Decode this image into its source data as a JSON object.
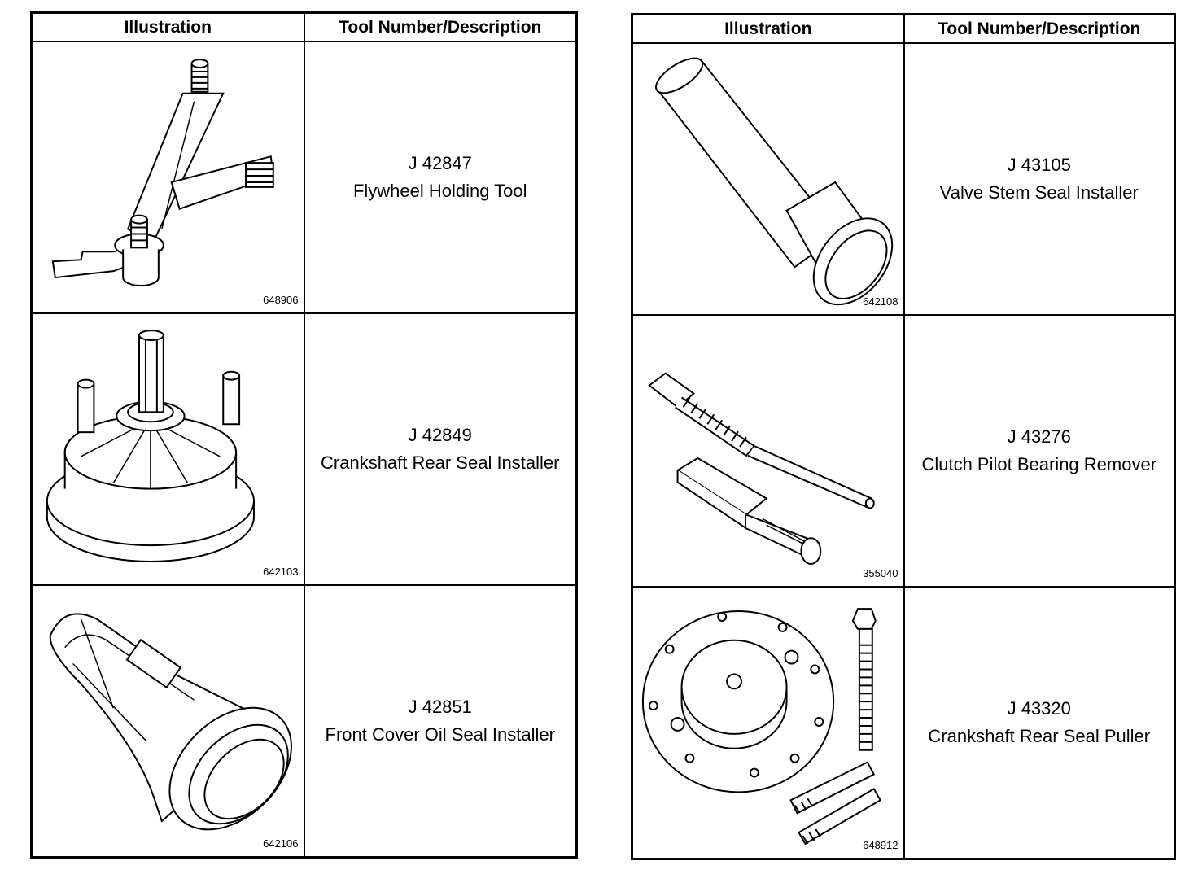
{
  "left_table": {
    "headers": {
      "illustration": "Illustration",
      "description": "Tool Number/Description"
    },
    "rows": [
      {
        "figure": "648906",
        "number": "J 42847",
        "name": "Flywheel Holding Tool",
        "icon": "flywheel-holding-tool-drawing"
      },
      {
        "figure": "642103",
        "number": "J 42849",
        "name": "Crankshaft Rear Seal Installer",
        "icon": "crankshaft-rear-seal-installer-drawing"
      },
      {
        "figure": "642106",
        "number": "J 42851",
        "name": "Front Cover Oil Seal Installer",
        "icon": "front-cover-oil-seal-installer-drawing"
      }
    ]
  },
  "right_table": {
    "headers": {
      "illustration": "Illustration",
      "description": "Tool Number/Description"
    },
    "rows": [
      {
        "figure": "642108",
        "number": "J 43105",
        "name": "Valve Stem Seal Installer",
        "icon": "valve-stem-seal-installer-drawing"
      },
      {
        "figure": "355040",
        "number": "J 43276",
        "name": "Clutch Pilot Bearing Remover",
        "icon": "clutch-pilot-bearing-remover-drawing"
      },
      {
        "figure": "648912",
        "number": "J 43320",
        "name": "Crankshaft Rear Seal Puller",
        "icon": "crankshaft-rear-seal-puller-drawing"
      }
    ]
  }
}
